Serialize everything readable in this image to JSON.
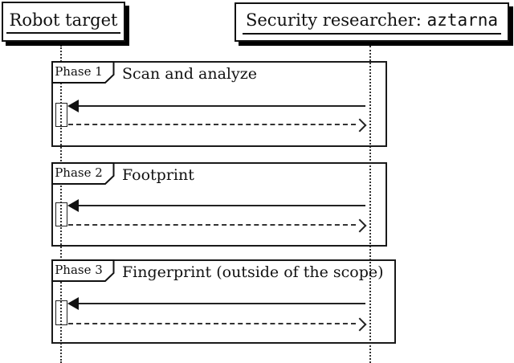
{
  "diagram": {
    "participants": {
      "robot": {
        "label": "Robot target"
      },
      "researcher": {
        "label_prefix": "Security researcher: ",
        "label_mono": "aztarna"
      }
    },
    "phases": [
      {
        "label": "Phase 1",
        "title": "Scan and analyze"
      },
      {
        "label": "Phase 2",
        "title": "Footprint"
      },
      {
        "label": "Phase 3",
        "title": "Fingerprint (outside of the scope)"
      }
    ],
    "colors": {
      "border": "#111111",
      "line": "#222222",
      "shadow": "#000000",
      "background": "#ffffff"
    }
  }
}
